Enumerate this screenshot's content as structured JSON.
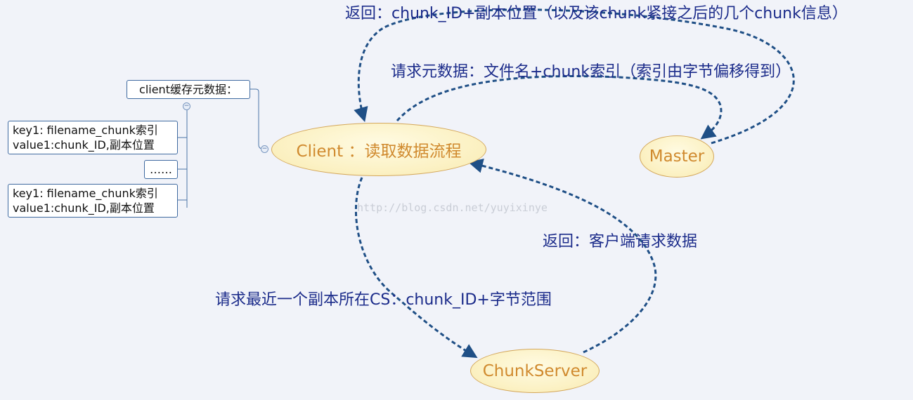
{
  "nodes": {
    "client": "Client ：读取数据流程",
    "master": "Master",
    "chunkserver": "ChunkServer"
  },
  "cache": {
    "title": "client缓存元数据：",
    "entry1_line1": "key1:  filename_chunk索引",
    "entry1_line2": "value1:chunk_ID,副本位置",
    "ellipsis": "……",
    "entry2_line1": "key1:  filename_chunk索引",
    "entry2_line2": "value1:chunk_ID,副本位置"
  },
  "edges": {
    "master_return": "返回：chunk_ID+副本位置（以及该chunk紧接之后的几个chunk信息）",
    "client_request_meta": "请求元数据：文件名+chunk索引（索引由字节偏移得到）",
    "cs_return": "返回：客户端请求数据",
    "client_request_cs": "请求最近一个副本所在CS：chunk_ID+字节范围"
  },
  "watermark": "http://blog.csdn.net/yuyixinye",
  "colors": {
    "arrow": "#1f4f86",
    "label": "#1b2b8a",
    "ellipse_text": "#d08a2e",
    "box_border": "#3f6aa0",
    "background": "#f1f3f9"
  }
}
